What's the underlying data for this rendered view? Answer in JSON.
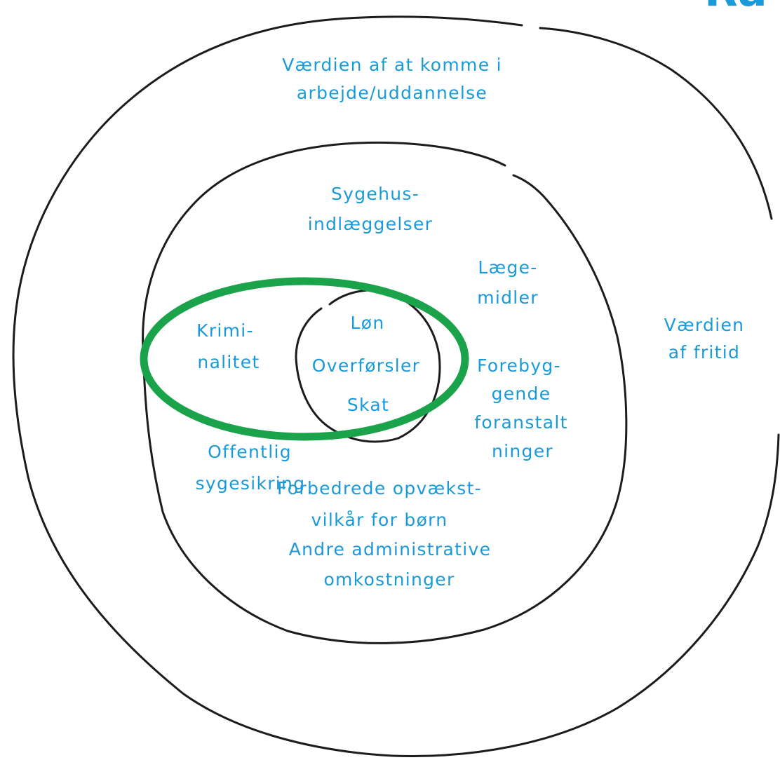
{
  "colors": {
    "text": "#1a9ad8",
    "ring": "#1c1c1c",
    "highlight": "#1aa34a",
    "background": "#ffffff"
  },
  "corner_text": "Ra",
  "rings": {
    "outer": [
      "Værdien af at komme i",
      "arbejde/uddannelse"
    ],
    "outer_right": [
      "Værdien",
      "af fritid"
    ],
    "outer_bottom": [
      "Forbedrede opvækst-",
      "vilkår for børn"
    ],
    "middle": {
      "hospital": [
        "Sygehus-",
        "indlæggelser"
      ],
      "medicine": [
        "Læge-",
        "midler"
      ],
      "crime": [
        "Krimi-",
        "nalitet"
      ],
      "prevention": [
        "Forebyg-",
        "gende",
        "foranstalt",
        "ninger"
      ],
      "health_insurance": [
        "Offentlig",
        "sygesikring"
      ],
      "admin": [
        "Andre administrative",
        "omkostninger"
      ]
    },
    "inner": [
      "Løn",
      "Overførsler",
      "Skat"
    ]
  }
}
